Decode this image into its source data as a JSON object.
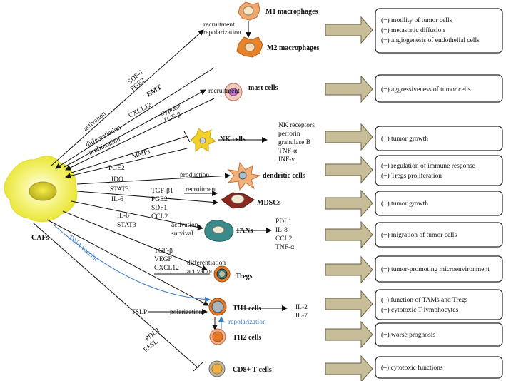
{
  "source": {
    "label": "CAFs"
  },
  "cells": {
    "m1": "M1 macrophages",
    "m2": "M2 macrophages",
    "mast": "mast cells",
    "nk": "NK cells",
    "dc": "dendritic cells",
    "mdsc": "MDSCs",
    "tan": "TANs",
    "treg": "Tregs",
    "th1": "TH1 cells",
    "th2": "TH2 cells",
    "cd8": "CD8+ T cells"
  },
  "labels": {
    "emt": "EMT",
    "sdf1": "SDF-1",
    "pge2_top": "PGE2",
    "activation": "activation",
    "recruitment_m": "recruitment",
    "repolarization_m": "repolarization",
    "cxcl12": "CXCL12",
    "differentiation": "differentiation",
    "proliferation": "proliferation",
    "tryptase": "tryptase",
    "tgfb_mast": "TGF-β",
    "recruitment_mast": "recruitment",
    "mmps": "MMPs",
    "pge2_nk": "PGE2",
    "nk_products": [
      "NK receptors",
      "perforin",
      "granulase B",
      "TNF-α",
      "INF-γ"
    ],
    "ido": "IDO",
    "stat3_dc": "STAT3",
    "il6_dc": "IL-6",
    "production": "production",
    "mdsc_factors": [
      "TGF-β1",
      "PGE2",
      "SDF1",
      "CCL2"
    ],
    "recruitment_mdsc": "recruitment",
    "il6_tan": "IL-6",
    "stat3_tan": "STAT3",
    "activation_tan": "activation",
    "survival_tan": "survival",
    "tan_products": [
      "PDL1",
      "IL-8",
      "CCL2",
      "TNF-α"
    ],
    "treg_factors": [
      "TGF-β",
      "VEGF",
      "CXCL12"
    ],
    "differentiation_treg": "differentiation",
    "activation_treg": "activation",
    "dna_vaccine": "DNA vaccine",
    "tslp": "TSLP",
    "polarization": "polarization",
    "repolarization_th": "repolarization",
    "th1_products": [
      "IL-2",
      "IL-7"
    ],
    "pdl2": "PDL2",
    "fasl": "FASL"
  },
  "outcomes": [
    [
      "(+) motility of tumor cells",
      "(+) metastatic diffusion",
      "(+) angiogenesis of endothelial cells"
    ],
    [
      "(+) aggressiveness of tumor cells"
    ],
    [
      "(+) tumor growth"
    ],
    [
      "(+) regulation of immune response",
      "(+) Tregs proliferation"
    ],
    [
      "(+) tumor growth"
    ],
    [
      "(+) migration of tumor cells"
    ],
    [
      "(+) tumor-promoting microenvironment"
    ],
    [
      "(–) function of TAMs and Tregs",
      "(+) cytotoxic T lymphocytes"
    ],
    [
      "(+) worse prognosis"
    ],
    [
      "(–) cytotoxic functions"
    ]
  ],
  "colors": {
    "caf": "#f2ef4a",
    "arrow_fill": "#c7bd99",
    "blue_annotation": "#3a7cc8",
    "macrophage_orange": "#e8832a"
  }
}
